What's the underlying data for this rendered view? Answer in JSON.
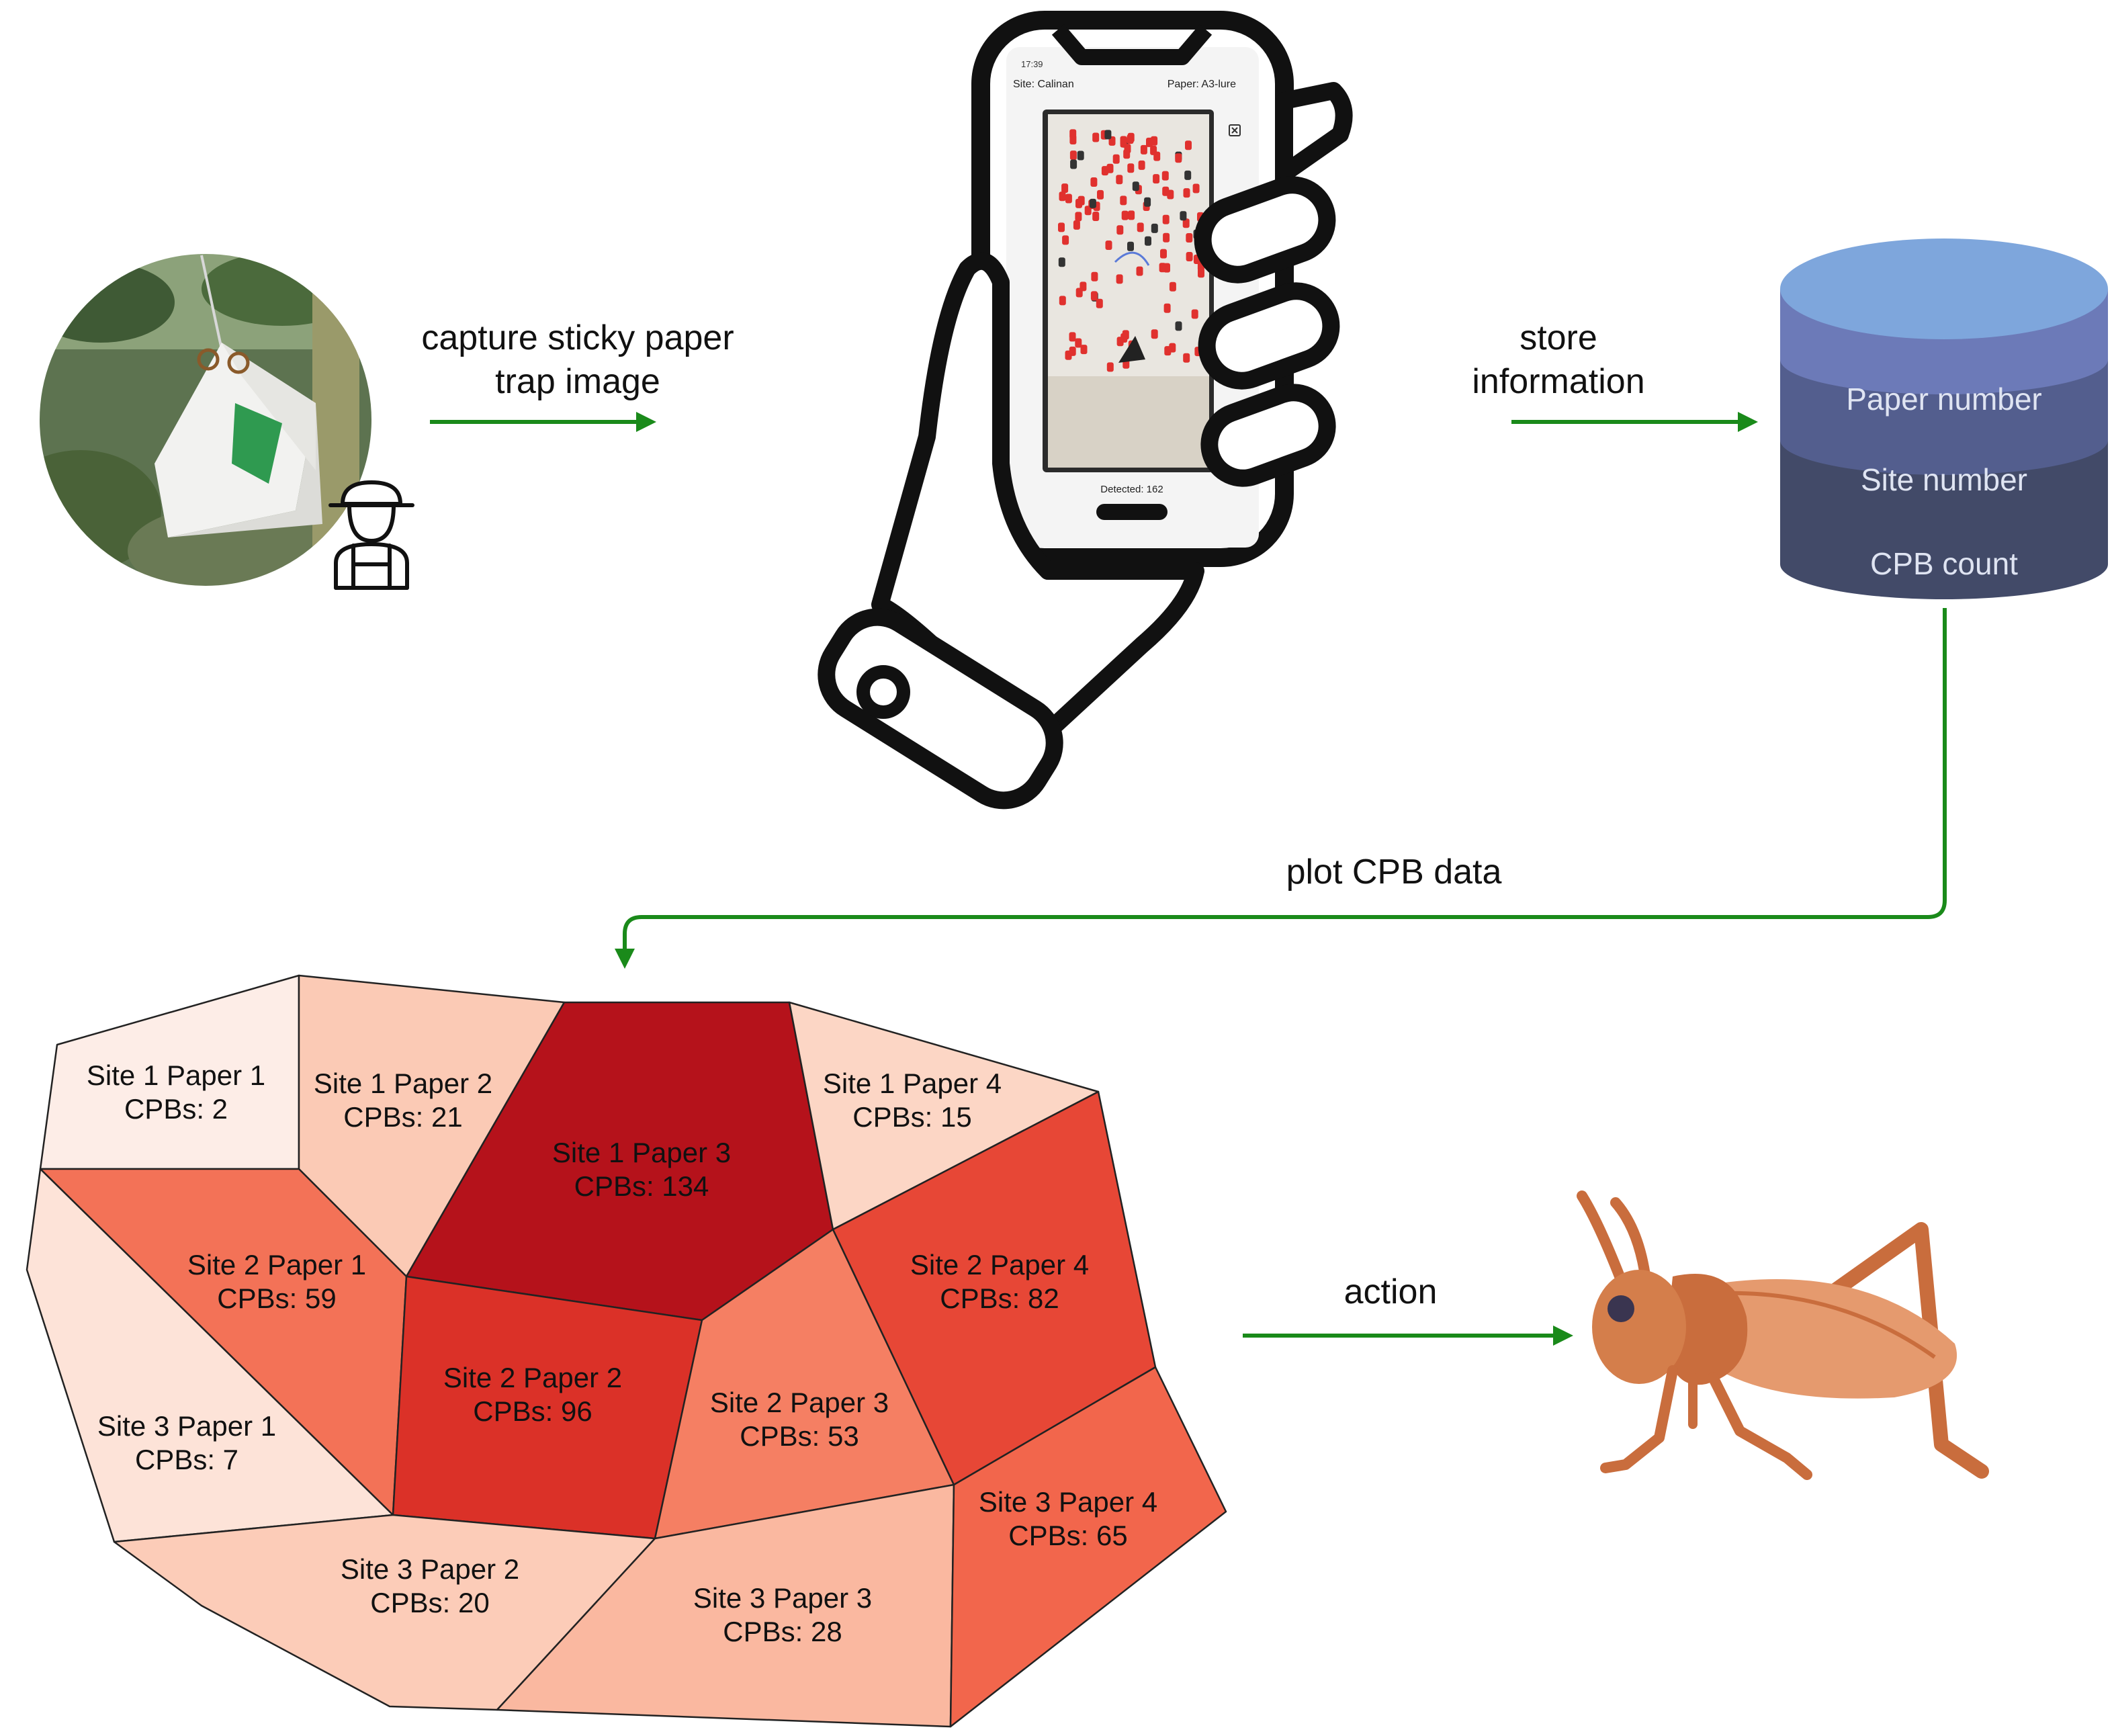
{
  "labels": {
    "capture_line1": "capture sticky paper",
    "capture_line2": "trap image",
    "store_line1": "store",
    "store_line2": "information",
    "plot": "plot CPB data",
    "action": "action"
  },
  "phone": {
    "time": "17:39",
    "site": "Site: Calinan",
    "paper": "Paper: A3-lure",
    "detected": "Detected: 162"
  },
  "database": {
    "fields": [
      "Paper number",
      "Site number",
      "CPB count"
    ]
  },
  "map": {
    "cells": [
      {
        "line1": "Site 1 Paper 1",
        "line2": "CPBs: 2",
        "count": 2
      },
      {
        "line1": "Site 1 Paper 2",
        "line2": "CPBs: 21",
        "count": 21
      },
      {
        "line1": "Site 1 Paper 3",
        "line2": "CPBs: 134",
        "count": 134
      },
      {
        "line1": "Site 1 Paper 4",
        "line2": "CPBs: 15",
        "count": 15
      },
      {
        "line1": "Site 2 Paper 1",
        "line2": "CPBs: 59",
        "count": 59
      },
      {
        "line1": "Site 2 Paper 2",
        "line2": "CPBs: 96",
        "count": 96
      },
      {
        "line1": "Site 2 Paper 3",
        "line2": "CPBs: 53",
        "count": 53
      },
      {
        "line1": "Site 2 Paper 4",
        "line2": "CPBs: 82",
        "count": 82
      },
      {
        "line1": "Site 3 Paper 1",
        "line2": "CPBs: 7",
        "count": 7
      },
      {
        "line1": "Site 3 Paper 2",
        "line2": "CPBs: 20",
        "count": 20
      },
      {
        "line1": "Site 3 Paper 3",
        "line2": "CPBs: 28",
        "count": 28
      },
      {
        "line1": "Site 3 Paper 4",
        "line2": "CPBs: 65",
        "count": 65
      }
    ]
  },
  "colors": {
    "arrow": "#1a8a1a",
    "db_top": "#7ea6dc",
    "db_band1": "#6c7ab8",
    "db_band2": "#535e8e",
    "db_band3": "#424a68",
    "db_text": "#dfe4f2",
    "scale_low": "#fdf3ef",
    "scale_high": "#b5121b",
    "insect_body": "#c96d3d",
    "insect_light": "#e59a6e"
  }
}
